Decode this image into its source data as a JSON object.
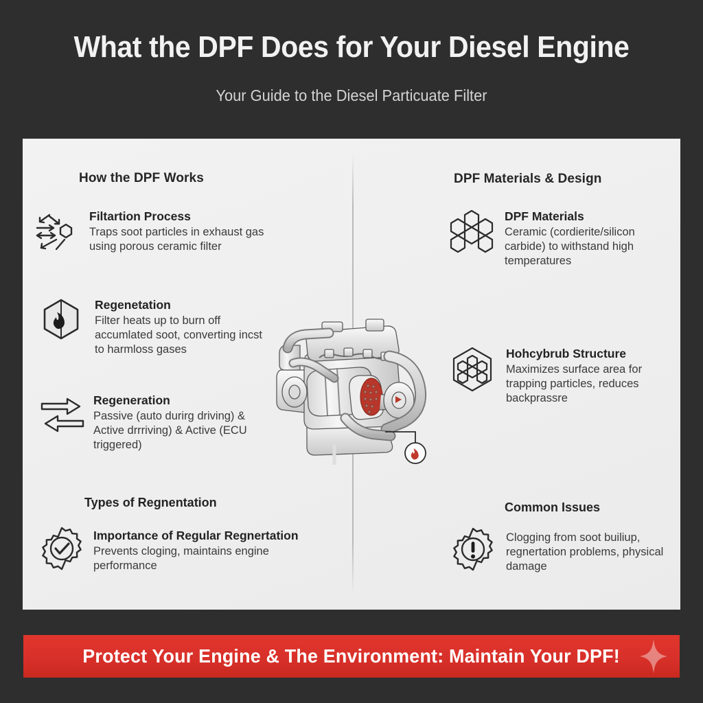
{
  "header": {
    "title": "What the DPF Does for Your Diesel Engine",
    "subtitle": "Your Guide to the Diesel Particuate Filter"
  },
  "colors": {
    "background": "#2e2e2e",
    "card": "#f0f0f0",
    "accent_red": "#d8302a",
    "text_dark": "#232323",
    "text_body": "#3a3a3a",
    "title_light": "#f2f2f2"
  },
  "columns": {
    "left": {
      "heading": "How the DPF Works",
      "items": [
        {
          "icon": "hexagon-filter-arrows-icon",
          "title": "Filtartion Process",
          "desc": "Traps soot particles in exhaust gas using porous ceramic filter"
        },
        {
          "icon": "hexagon-flame-icon",
          "title": "Regenetation",
          "desc": "Filter heats up to burn off accumlated soot, converting incst to harmloss gases"
        },
        {
          "icon": "bidirectional-arrows-icon",
          "title": "Regeneration",
          "desc": "Passive (auto durirg driving) & Active drrriving) & Active (ECU triggered)"
        }
      ],
      "subsection": {
        "heading": "Types of Regnentation",
        "item": {
          "icon": "gear-check-icon",
          "title": "Importance of Regular Regnertation",
          "desc": "Prevents cloging, maintains engine performance"
        }
      }
    },
    "right": {
      "heading": "DPF Materials & Design",
      "items": [
        {
          "icon": "honeycomb-cluster-icon",
          "title": "DPF Materials",
          "desc": "Ceramic (cordierite/silicon carbide) to withstand high temperatures"
        },
        {
          "icon": "honeycomb-hexagon-icon",
          "title": "Hohcybrub Structure",
          "desc": "Maximizes surface area for trapping particles, reduces backprassre"
        }
      ],
      "subsection": {
        "heading": "Common Issues",
        "item": {
          "icon": "gear-warning-icon",
          "title": "",
          "desc": "Clogging from soot builiup, regnertation problems, physical damage"
        }
      }
    }
  },
  "illustration": {
    "name": "diesel-engine-cutaway",
    "callout_icon": "flame-icon",
    "filter_color": "#c0392b"
  },
  "footer": {
    "text": "Protect Your Engine & The Environment: Maintain Your DPF!",
    "sparkle_icon": "sparkle-diamond-icon"
  }
}
